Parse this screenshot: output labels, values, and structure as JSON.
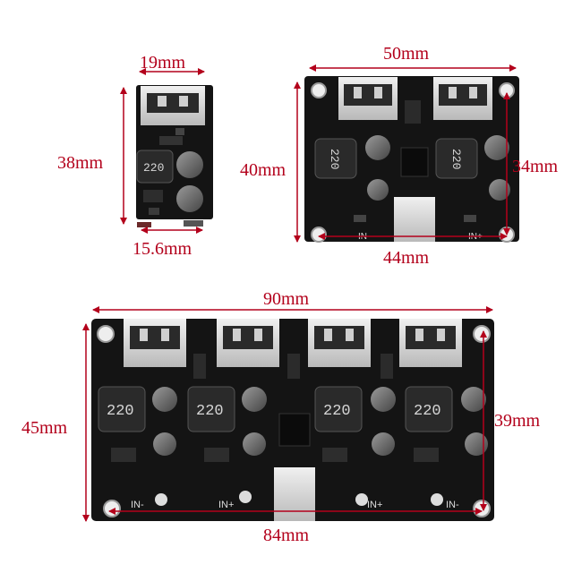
{
  "boards": [
    {
      "id": "single-port",
      "dimensions": {
        "top": "19mm",
        "left": "38mm",
        "bottom": "15.6mm"
      },
      "inductor_labels": [
        "220"
      ]
    },
    {
      "id": "dual-port",
      "dimensions": {
        "top": "50mm",
        "left": "40mm",
        "right": "34mm",
        "bottom": "44mm"
      },
      "inductor_labels": [
        "220",
        "220"
      ],
      "pad_labels": [
        "IN-",
        "IN+"
      ]
    },
    {
      "id": "quad-port",
      "dimensions": {
        "top": "90mm",
        "left": "45mm",
        "right": "39mm",
        "bottom": "84mm"
      },
      "inductor_labels": [
        "220",
        "220",
        "220",
        "220"
      ],
      "pad_labels": [
        "IN-",
        "IN+",
        "IN+",
        "IN-"
      ]
    }
  ],
  "colors": {
    "pcb": "#141414",
    "dimension": "#b3001b",
    "usb_metal": "#d9d9d9",
    "inductor": "#2a2a2a",
    "capacitor": "#6a6a6a"
  }
}
